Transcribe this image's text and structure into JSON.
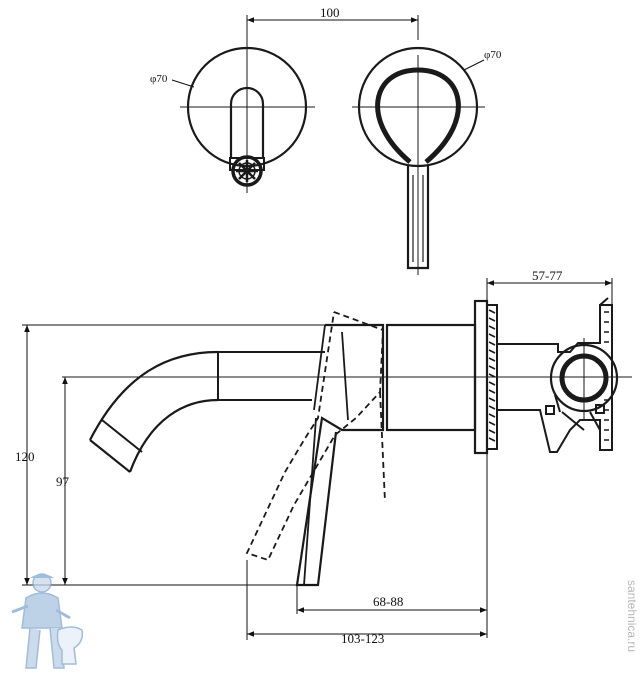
{
  "dimensions": {
    "top_spacing": "100",
    "left_diameter": "φ70",
    "right_diameter": "φ70",
    "body_depth": "57-77",
    "overall_height": "120",
    "spout_height": "97",
    "handle_reach": "68-88",
    "spout_reach": "103-123"
  },
  "watermark": {
    "text": "santehnica.ru"
  },
  "colors": {
    "line": "#1a1a1a",
    "watermark": "#b7b7b7",
    "mascot": "#7fa8cf"
  }
}
